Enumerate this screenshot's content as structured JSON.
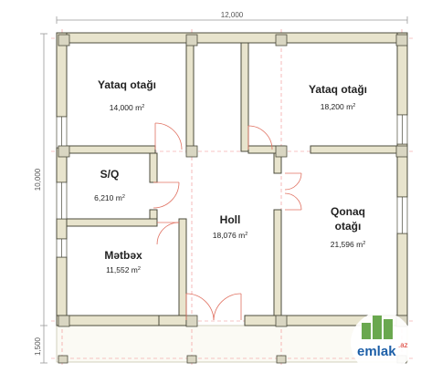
{
  "plan": {
    "dimensions": {
      "width": "12,000",
      "depth": "10,000",
      "terrace": "1,500"
    },
    "rooms": [
      {
        "name": [
          "Yataq otağı"
        ],
        "area": "14,000 m",
        "sup": "2"
      },
      {
        "name": [
          "Yataq otağı"
        ],
        "area": "18,200 m",
        "sup": "2"
      },
      {
        "name": [
          "S/Q"
        ],
        "area": "6,210 m",
        "sup": "2"
      },
      {
        "name": [
          "Holl"
        ],
        "area": "18,076 m",
        "sup": "2"
      },
      {
        "name": [
          "Qonaq",
          "otağı"
        ],
        "area": "21,596 m",
        "sup": "2"
      },
      {
        "name": [
          "Mətbəx"
        ],
        "area": "11,552 m",
        "sup": "2"
      }
    ]
  },
  "watermark": {
    "brand": "emlak",
    "suffix": ".az"
  },
  "colors": {
    "wall": "#e8e4cd",
    "wall_stroke": "#4b4b3c",
    "column": "#d9d6c2",
    "axis": "#f08a8a",
    "door": "#e07060",
    "dim": "#888888",
    "brand": "#1d5fa8",
    "accent": "#d9352b"
  }
}
